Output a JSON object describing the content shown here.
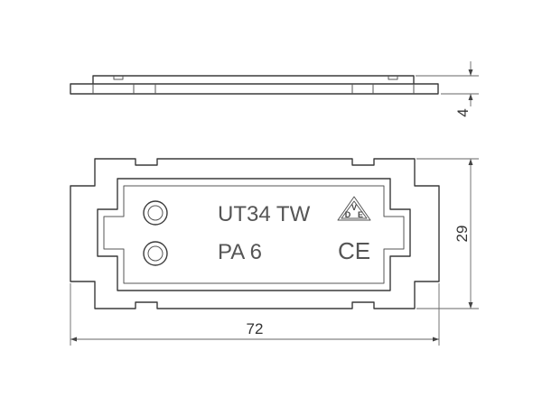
{
  "part_marking": {
    "line1": "UT34 TW",
    "line2": "PA 6",
    "ce_mark": "CE",
    "vde_logo": {
      "top": "V",
      "left": "D",
      "right": "E"
    }
  },
  "dimensions": {
    "thickness": "4",
    "height": "29",
    "width": "72"
  },
  "icons": {
    "vde": "vde-certification-mark-icon",
    "ce": "ce-conformity-mark-icon"
  }
}
